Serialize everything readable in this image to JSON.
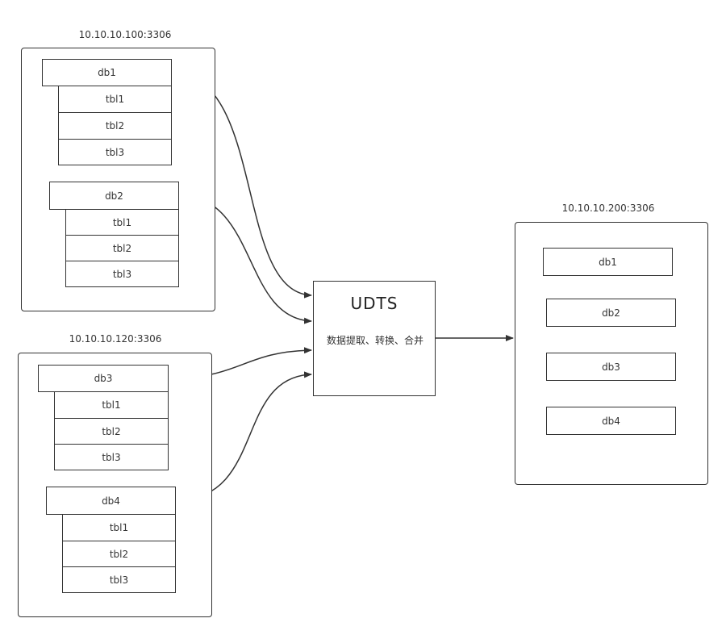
{
  "source_servers": [
    {
      "address": "10.10.10.100:3306",
      "databases": [
        {
          "name": "db1",
          "tables": [
            "tbl1",
            "tbl2",
            "tbl3"
          ]
        },
        {
          "name": "db2",
          "tables": [
            "tbl1",
            "tbl2",
            "tbl3"
          ]
        }
      ]
    },
    {
      "address": "10.10.10.120:3306",
      "databases": [
        {
          "name": "db3",
          "tables": [
            "tbl1",
            "tbl2",
            "tbl3"
          ]
        },
        {
          "name": "db4",
          "tables": [
            "tbl1",
            "tbl2",
            "tbl3"
          ]
        }
      ]
    }
  ],
  "udts": {
    "title": "UDTS",
    "subtitle": "数据提取、转换、合并"
  },
  "target_server": {
    "address": "10.10.10.200:3306",
    "databases": [
      "db1",
      "db2",
      "db3",
      "db4"
    ]
  }
}
